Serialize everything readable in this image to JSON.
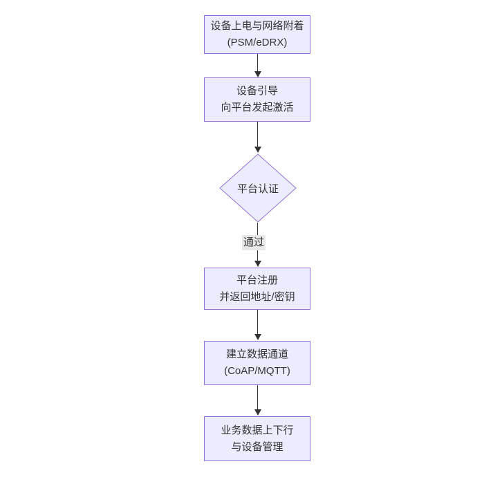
{
  "flowchart": {
    "type": "flowchart",
    "direction": "top-down",
    "colors": {
      "background": "#FFFFFF",
      "node_fill": "#ECECFF",
      "node_border": "#9370DB",
      "edge_color": "#333333",
      "text_color": "#333333",
      "edge_label_bg": "#E8E8E8"
    },
    "nodes": [
      {
        "id": "power-network-attach",
        "shape": "rect",
        "line1": "设备上电与网络附着",
        "line2": "(PSM/eDRX)"
      },
      {
        "id": "device-bootstrap",
        "shape": "rect",
        "line1": "设备引导",
        "line2": "向平台发起激活"
      },
      {
        "id": "platform-auth",
        "shape": "diamond",
        "line1": "平台认证",
        "line2": ""
      },
      {
        "id": "platform-register",
        "shape": "rect",
        "line1": "平台注册",
        "line2": "并返回地址/密钥"
      },
      {
        "id": "data-channel",
        "shape": "rect",
        "line1": "建立数据通道",
        "line2": "(CoAP/MQTT)"
      },
      {
        "id": "business-data",
        "shape": "rect",
        "line1": "业务数据上下行",
        "line2": "与设备管理"
      }
    ],
    "edges": [
      {
        "from": "power-network-attach",
        "to": "device-bootstrap",
        "label": ""
      },
      {
        "from": "device-bootstrap",
        "to": "platform-auth",
        "label": ""
      },
      {
        "from": "platform-auth",
        "to": "platform-register",
        "label": "通过"
      },
      {
        "from": "platform-register",
        "to": "data-channel",
        "label": ""
      },
      {
        "from": "data-channel",
        "to": "business-data",
        "label": ""
      }
    ]
  }
}
